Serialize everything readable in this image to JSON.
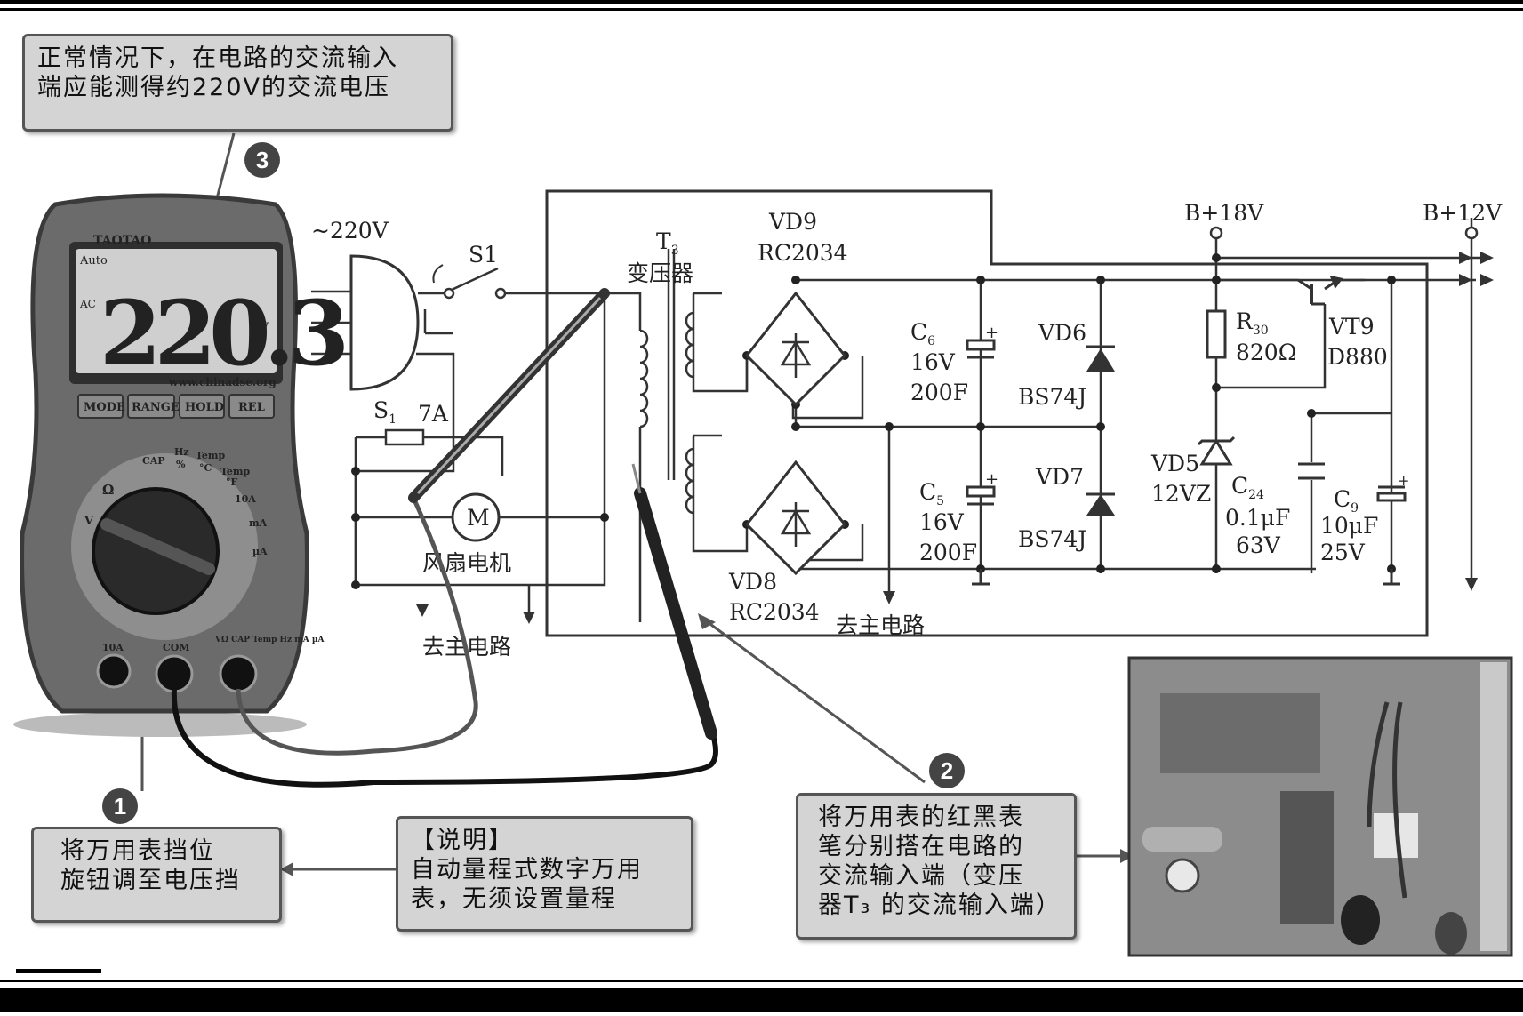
{
  "meter": {
    "brand": "TAOTAO",
    "mode_auto": "Auto",
    "mode_ac": "AC",
    "reading": "220.3",
    "unit": "V",
    "website": "www.chinadse.org",
    "buttons": [
      "MODE",
      "RANGE",
      "HOLD",
      "REL"
    ],
    "dial_labels": [
      "CAP",
      "Hz",
      "%",
      "Temp",
      "°C",
      "Temp",
      "°F",
      "10A",
      "mA",
      "µA",
      "Ω",
      "V"
    ],
    "jacks": [
      "10A",
      "COM",
      "VΩ CAP Temp Hz mA µA"
    ]
  },
  "callouts": {
    "top": {
      "line1": "正常情况下，在电路的交流输入",
      "line2": "端应能测得约220V的交流电压"
    },
    "left": {
      "line1": "将万用表挡位",
      "line2": "旋钮调至电压挡"
    },
    "note": {
      "line1": "【说明】",
      "line2": "自动量程式数字万用",
      "line3": "表，无须设置量程"
    },
    "right": {
      "line1": "将万用表的红黑表",
      "line2": "笔分别搭在电路的",
      "line3": "交流输入端（变压",
      "line4": "器T₃ 的交流输入端）"
    }
  },
  "badges": {
    "b1": "1",
    "b2": "2",
    "b3": "3"
  },
  "circuit": {
    "ac_source": "~220V",
    "switch": "S1",
    "fuse_label": "S",
    "fuse_sub": "1",
    "fuse_rating": "7A",
    "fan_symbol": "M",
    "fan_label": "风扇电机",
    "to_main_1": "去主电路",
    "to_main_2": "去主电路",
    "transformer": "T",
    "transformer_sub": "3",
    "transformer_label": "变压器",
    "vd9": "VD9",
    "vd9_part": "RC2034",
    "vd8": "VD8",
    "vd8_part": "RC2034",
    "c6": "C",
    "c6_sub": "6",
    "c6_v": "16V",
    "c6_c": "200F",
    "c5": "C",
    "c5_sub": "5",
    "c5_v": "16V",
    "c5_c": "200F",
    "vd6": "VD6",
    "vd6_part": "BS74J",
    "vd7": "VD7",
    "vd7_part": "BS74J",
    "b18": "B+18V",
    "b12": "B+12V",
    "r30": "R",
    "r30_sub": "30",
    "r30_val": "820Ω",
    "vt9": "VT9",
    "vt9_part": "D880",
    "vd5": "VD5",
    "vd5_part": "12VZ",
    "c24": "C",
    "c24_sub": "24",
    "c24_c": "0.1μF",
    "c24_v": "63V",
    "c9": "C",
    "c9_sub": "9",
    "c9_c": "10μF",
    "c9_v": "25V"
  },
  "colors": {
    "meter_body": "#6b6b6b",
    "meter_frame": "#3a3a3a",
    "lcd": "#cfcfcf",
    "callout_bg": "#d4d4d4"
  }
}
